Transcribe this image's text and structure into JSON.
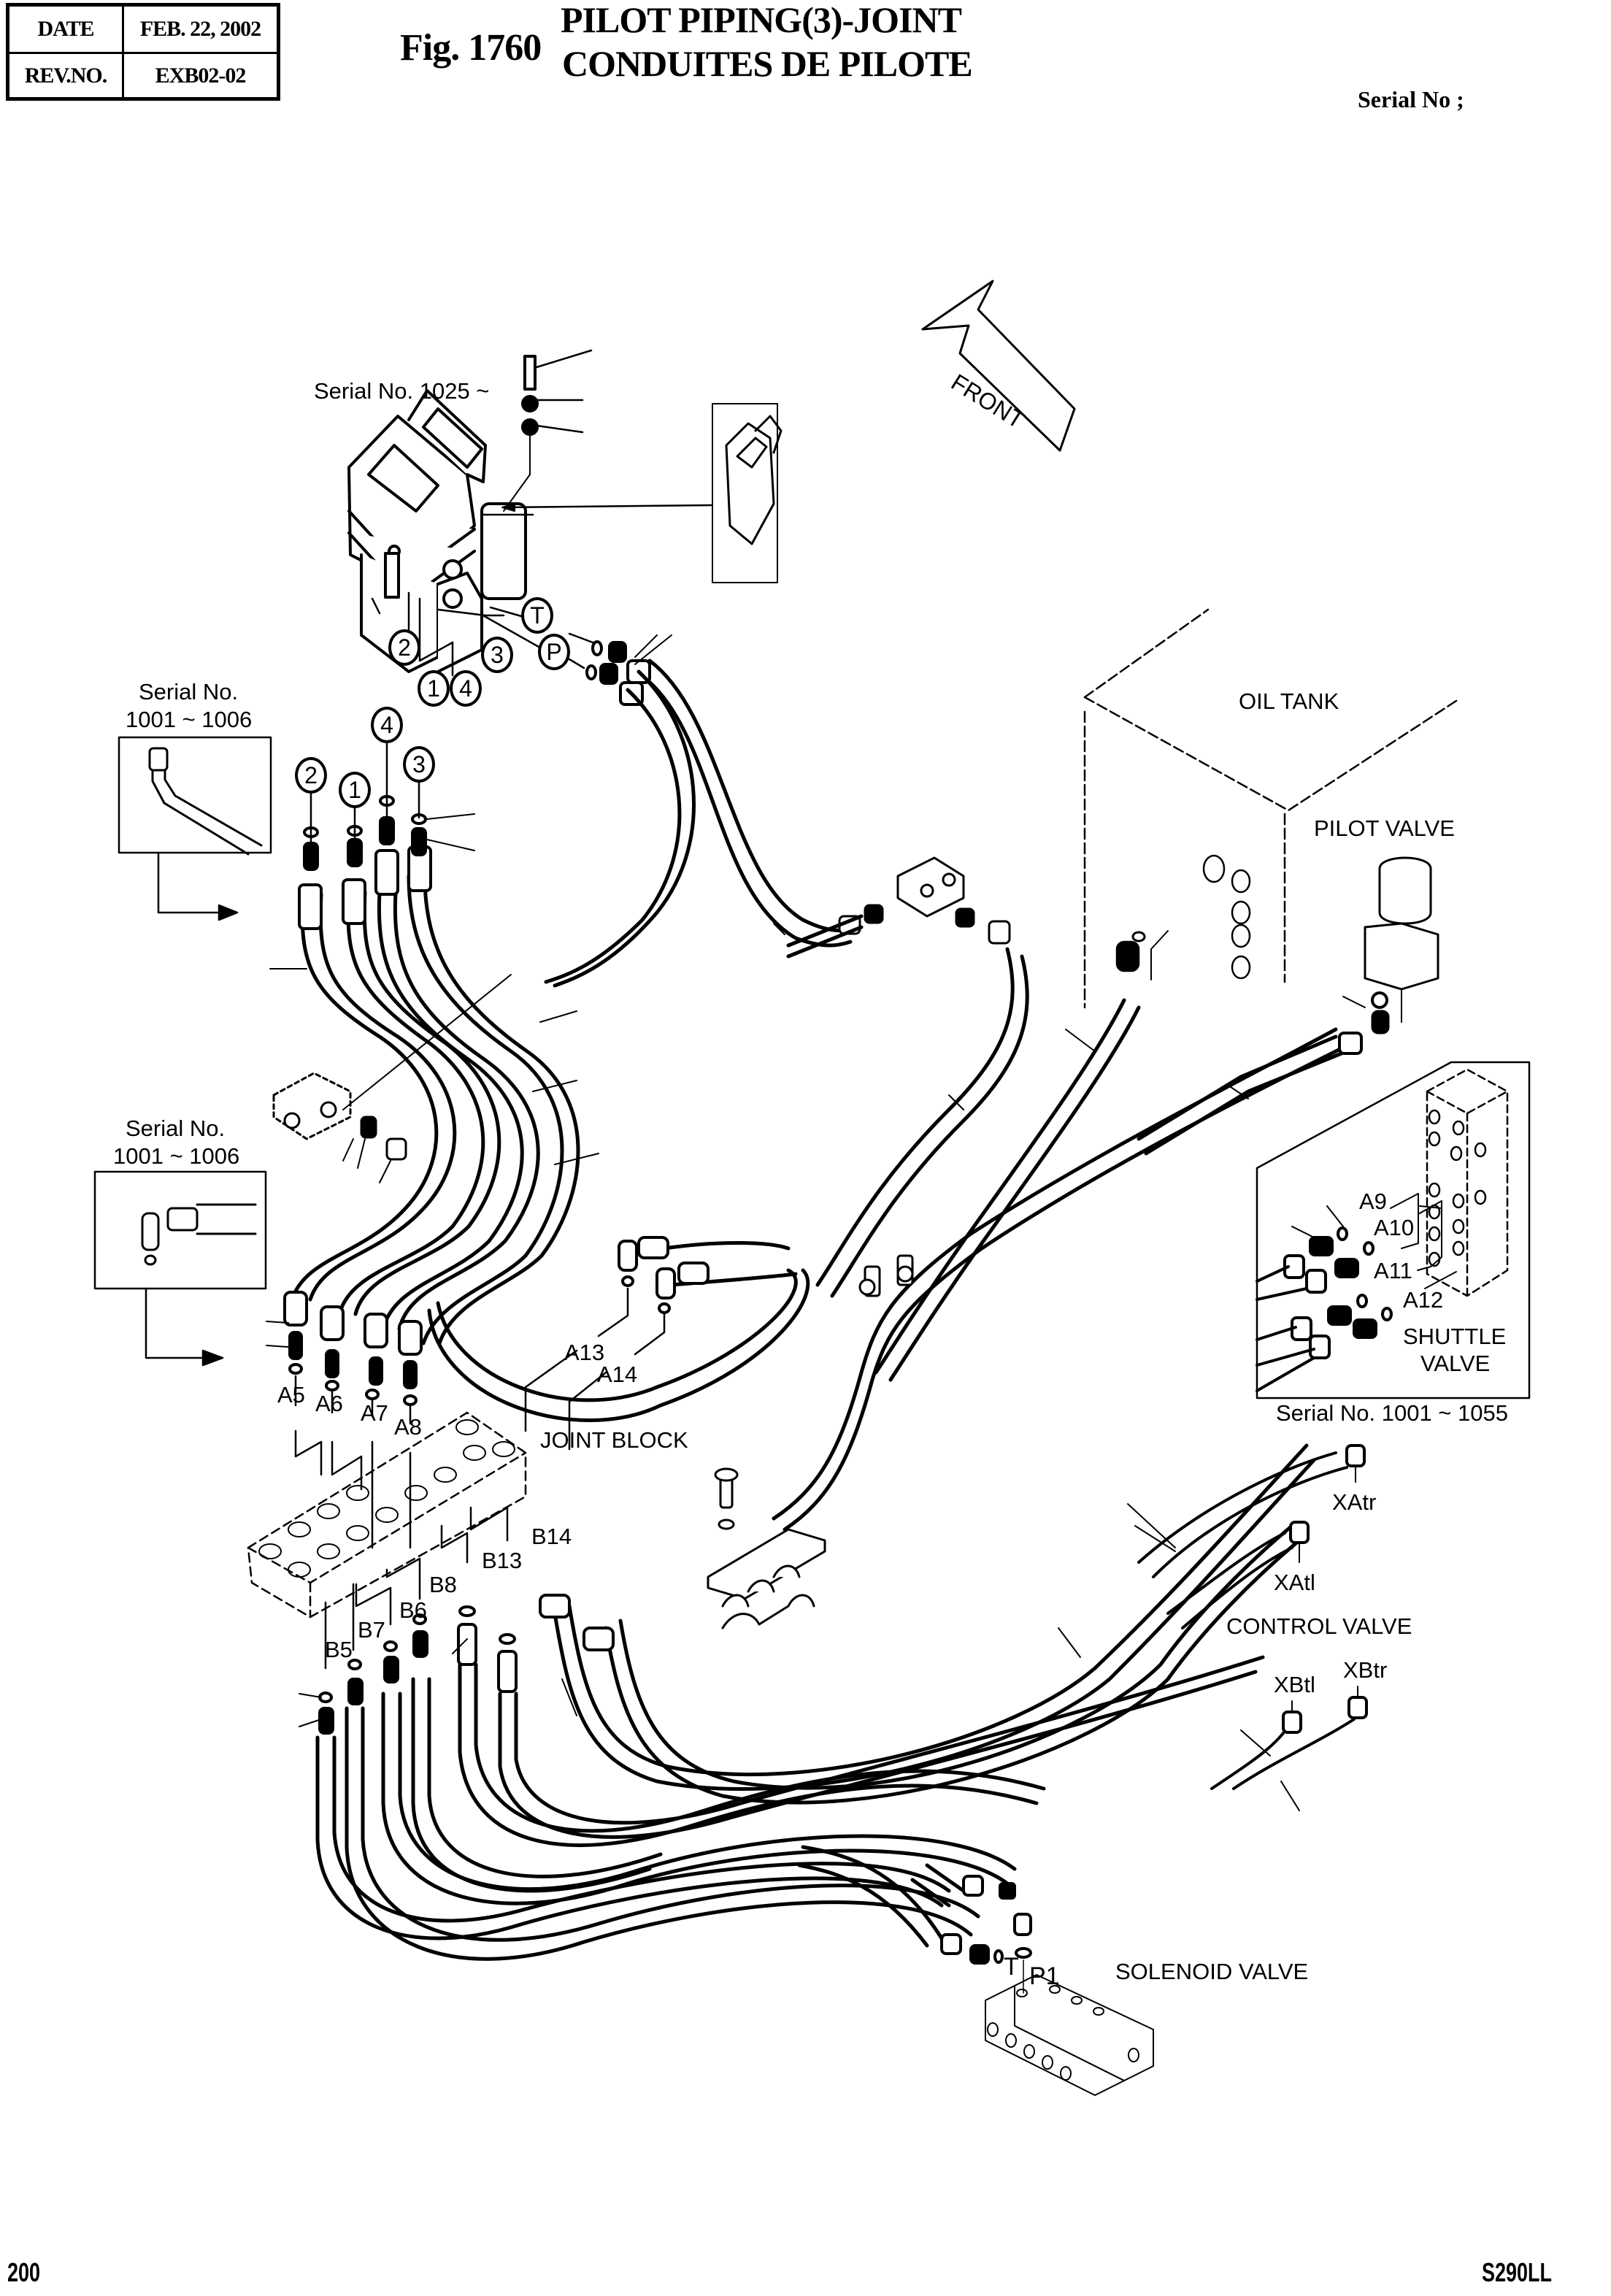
{
  "header": {
    "date_label": "DATE",
    "date_value": "FEB. 22, 2002",
    "rev_label": "REV.NO.",
    "rev_value": "EXB02-02",
    "fig_number": "Fig. 1760",
    "title_en": "PILOT PIPING(3)-JOINT",
    "title_fr": "CONDUITES DE PILOTE",
    "serial_label": "Serial No ;"
  },
  "footer": {
    "page_number": "200",
    "model": "S290LL"
  },
  "diagram": {
    "orientation_arrow": "FRONT",
    "serial_notes": {
      "top_valve": "Serial No. 1025 ~",
      "inset1_line1": "Serial No.",
      "inset1_line2": "1001 ~ 1006",
      "inset2_line1": "Serial No.",
      "inset2_line2": "1001 ~ 1006",
      "shuttle": "Serial No. 1001 ~ 1055"
    },
    "components": {
      "oil_tank": "OIL TANK",
      "pilot_valve": "PILOT VALVE",
      "joint_block": "JOINT BLOCK",
      "shuttle_valve_l1": "SHUTTLE",
      "shuttle_valve_l2": "VALVE",
      "control_valve": "CONTROL VALVE",
      "solenoid_valve": "SOLENOID VALVE"
    },
    "port_circles": {
      "T": "T",
      "P": "P",
      "p1": "1",
      "p2": "2",
      "p3": "3",
      "p4": "4"
    },
    "ports": {
      "A5": "A5",
      "A6": "A6",
      "A7": "A7",
      "A8": "A8",
      "A9": "A9",
      "A10": "A10",
      "A11": "A11",
      "A12": "A12",
      "A13": "A13",
      "A14": "A14",
      "B5": "B5",
      "B6": "B6",
      "B7": "B7",
      "B8": "B8",
      "B13": "B13",
      "B14": "B14",
      "XAtr": "XAtr",
      "XAtl": "XAtl",
      "XBtl": "XBtl",
      "XBtr": "XBtr",
      "T_sol": "T",
      "P1": "P1"
    }
  }
}
